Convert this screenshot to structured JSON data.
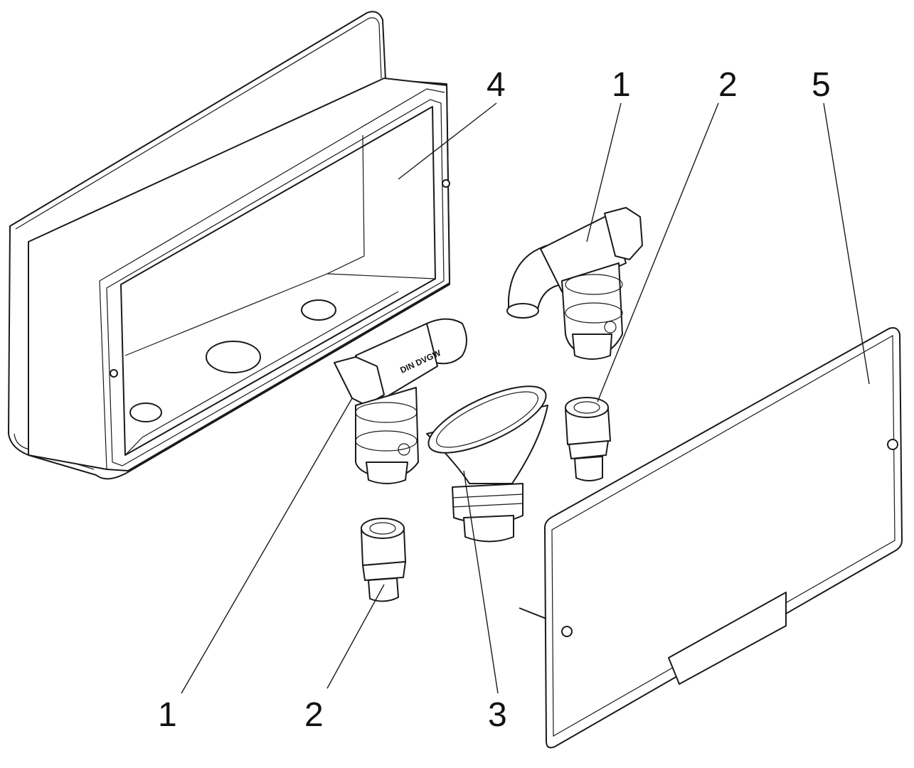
{
  "callouts": [
    {
      "id": "callout-4-box",
      "label": "4"
    },
    {
      "id": "callout-1-top",
      "label": "1"
    },
    {
      "id": "callout-2-top",
      "label": "2"
    },
    {
      "id": "callout-5-cover",
      "label": "5"
    },
    {
      "id": "callout-1-bottom",
      "label": "1"
    },
    {
      "id": "callout-2-bottom",
      "label": "2"
    },
    {
      "id": "callout-3-funnel",
      "label": "3"
    }
  ],
  "part_marking": "DIN DVGW",
  "line_color": "#1a1a1a"
}
